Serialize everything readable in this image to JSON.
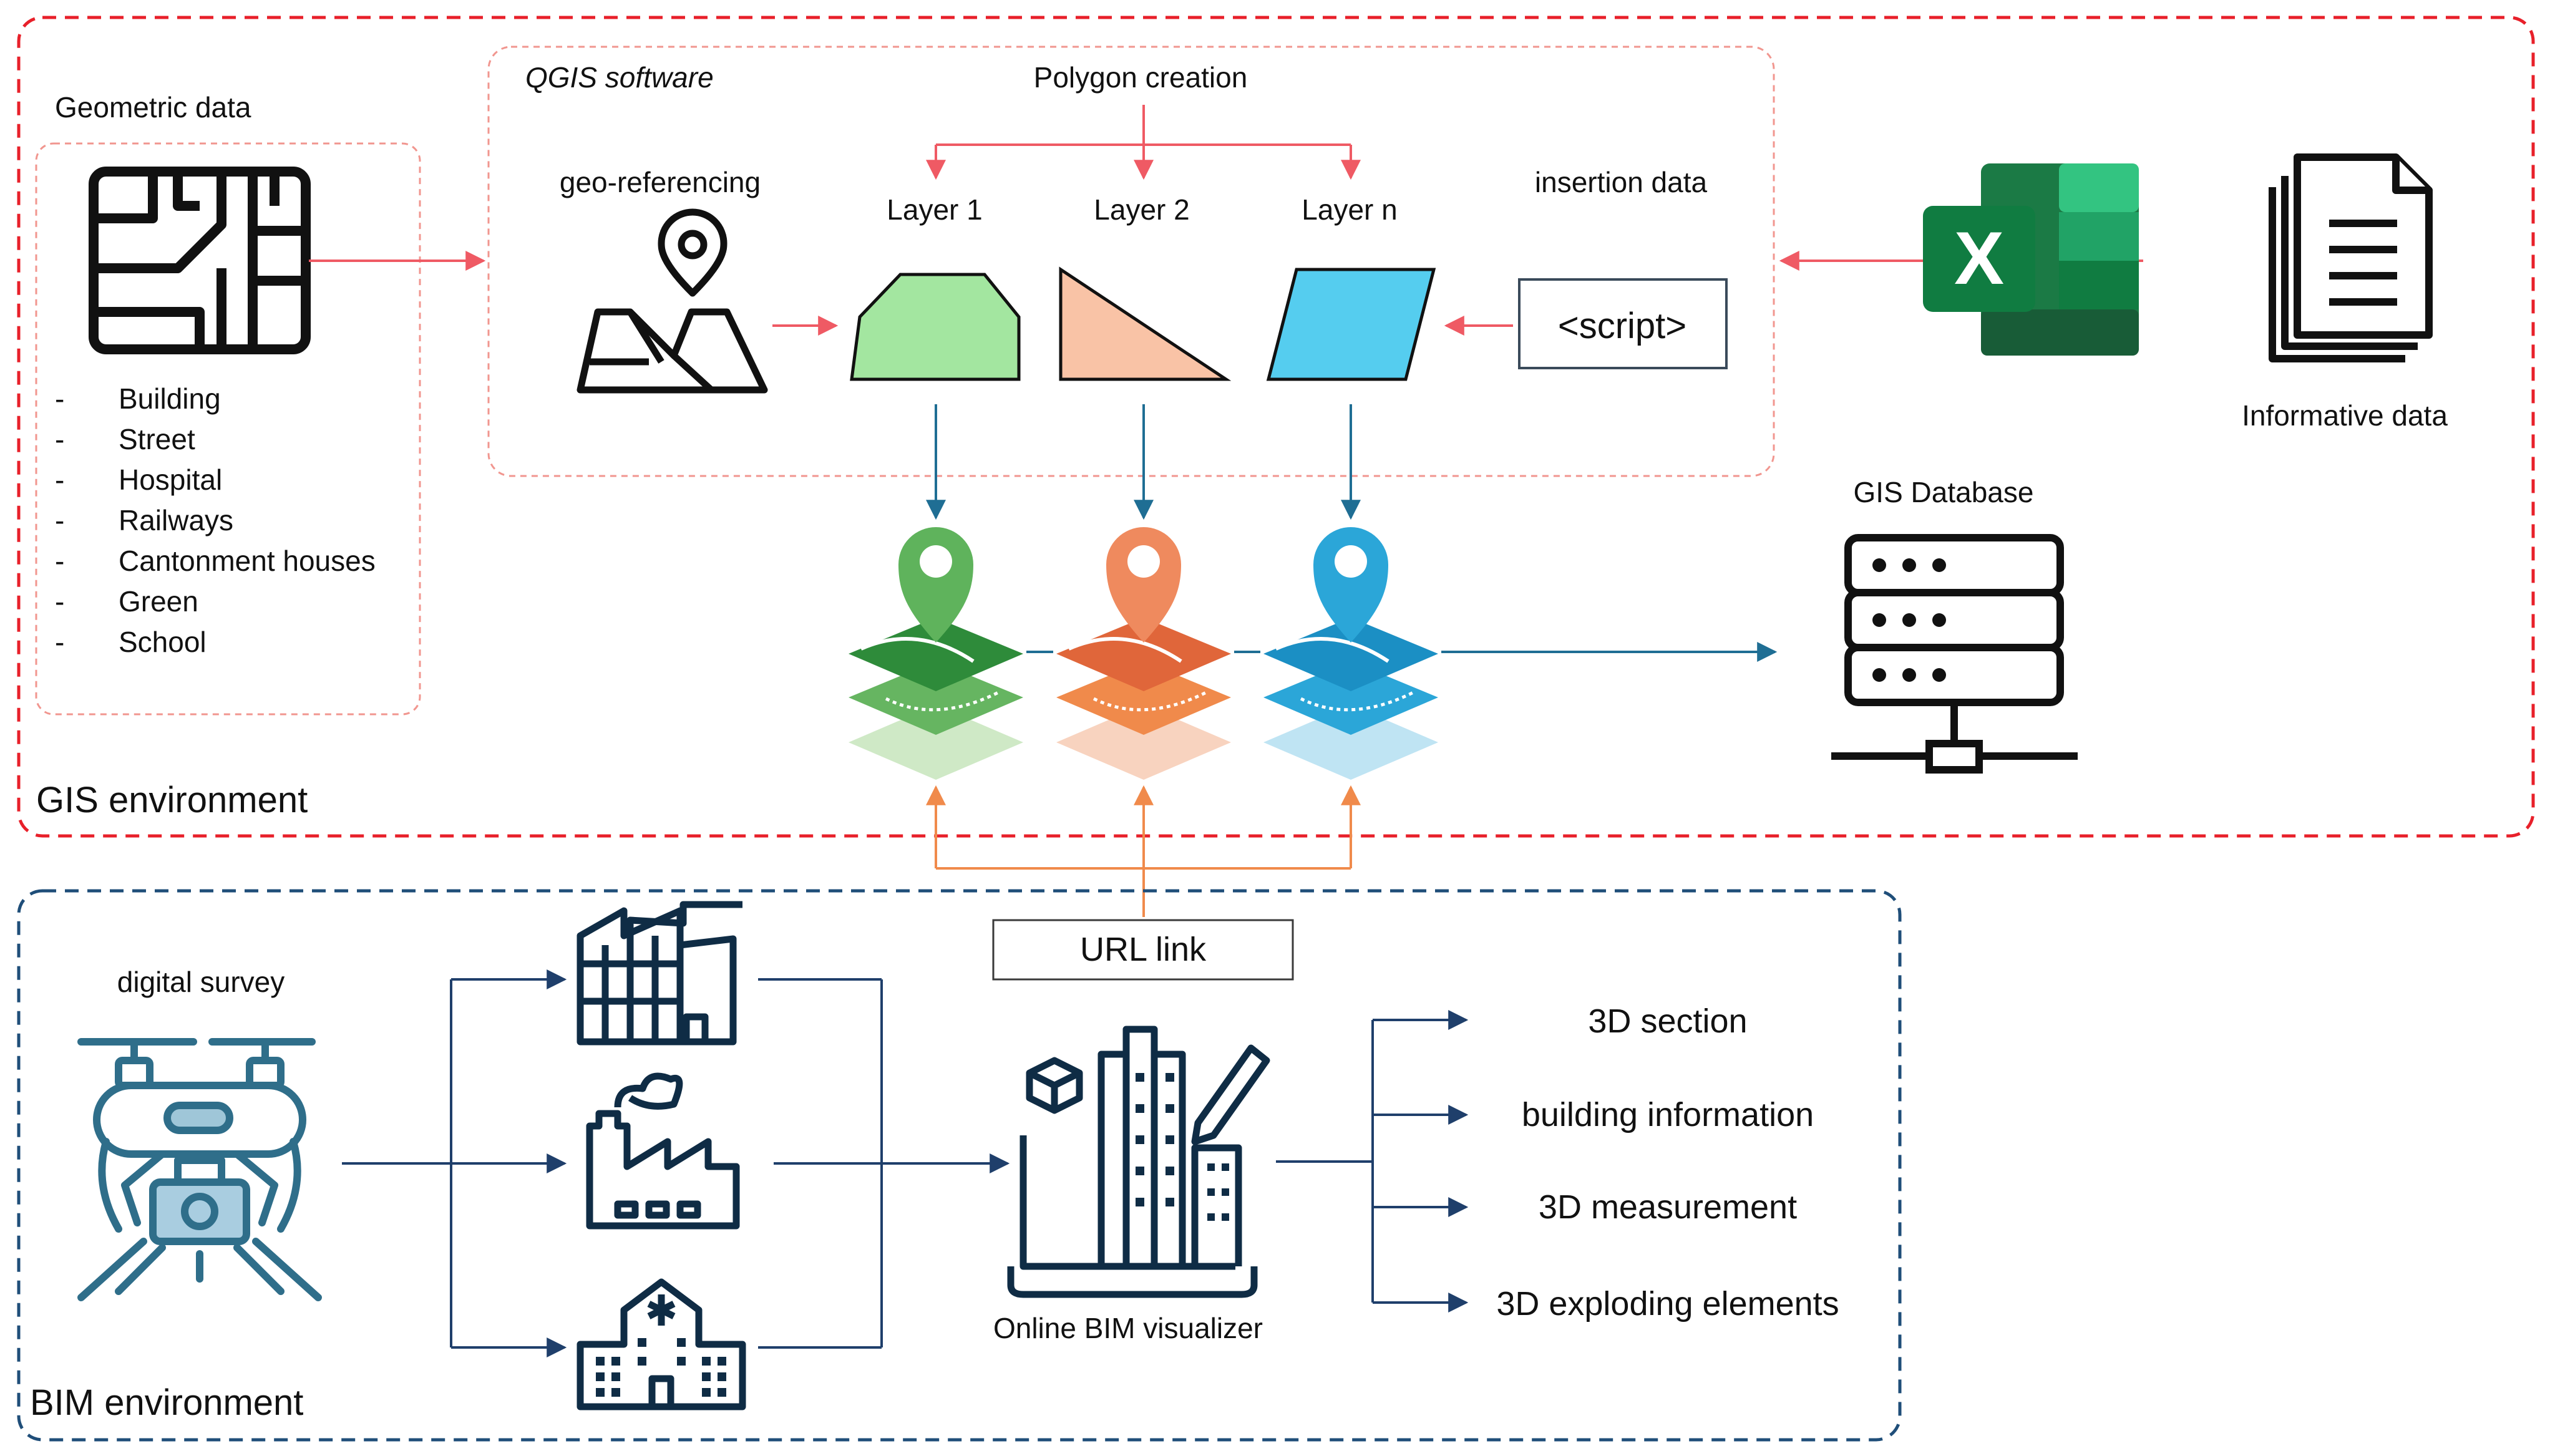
{
  "colors": {
    "gis_border": "#e8202a",
    "bim_border": "#1f4e79",
    "arrow_red": "#ef5a64",
    "arrow_blue": "#1f6e94",
    "arrow_orange": "#f08a4b",
    "layer1_fill": "#a3e6a0",
    "layer2_fill": "#f9c3a6",
    "layern_fill": "#55cdef",
    "green_pin": "#5fb35c",
    "orange_pin": "#ef8a5e",
    "blue_pin": "#2ba6d8",
    "icon_dark": "#0f2c45",
    "drone": "#2f6e8a"
  },
  "gis": {
    "label": "GIS environment",
    "geometric": {
      "title": "Geometric data",
      "bullet": "-",
      "items": [
        "Building",
        "Street",
        "Hospital",
        "Railways",
        "Cantonment houses",
        "Green",
        "School"
      ]
    },
    "qgis": {
      "title": "QGIS software",
      "polygon_creation": "Polygon creation",
      "georeferencing": "geo-referencing",
      "insertion": "insertion data",
      "script": "<script>",
      "layers": [
        "Layer 1",
        "Layer 2",
        "Layer n"
      ]
    },
    "informative": "Informative data",
    "database": "GIS Database"
  },
  "url_link": "URL link",
  "bim": {
    "label": "BIM environment",
    "survey": "digital survey",
    "visualizer": "Online BIM visualizer",
    "outputs": [
      "3D section",
      "building information",
      "3D measurement",
      "3D exploding elements"
    ]
  },
  "icons": {
    "geometric": "city-map-icon",
    "georef": "map-pin-icon",
    "excel": "excel-icon",
    "documents": "documents-icon",
    "database": "server-database-icon",
    "drone": "drone-icon",
    "building": "building-icon",
    "factory": "factory-icon",
    "hospital": "hospital-icon",
    "visualizer": "bim-visualizer-icon"
  }
}
